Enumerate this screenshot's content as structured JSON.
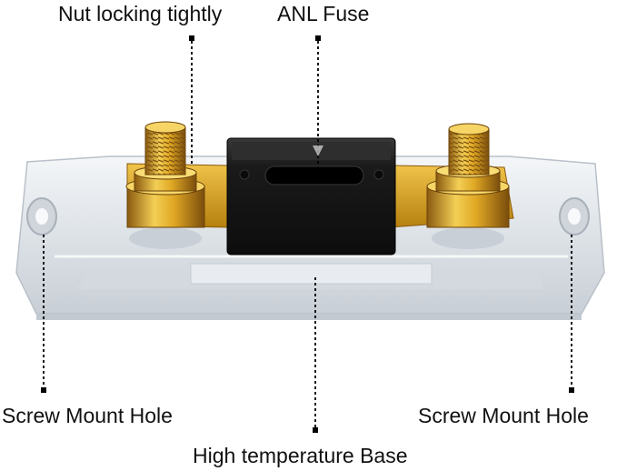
{
  "labels": {
    "nut_locking": "Nut locking tightly",
    "anl_fuse": "ANL Fuse",
    "screw_mount_left": "Screw Mount Hole",
    "screw_mount_right": "Screw Mount Hole",
    "high_temp_base": "High temperature Base"
  },
  "colors": {
    "gold": "#d9a520",
    "fuse_body": "#1c1c1c",
    "base": "#e9ecef"
  }
}
